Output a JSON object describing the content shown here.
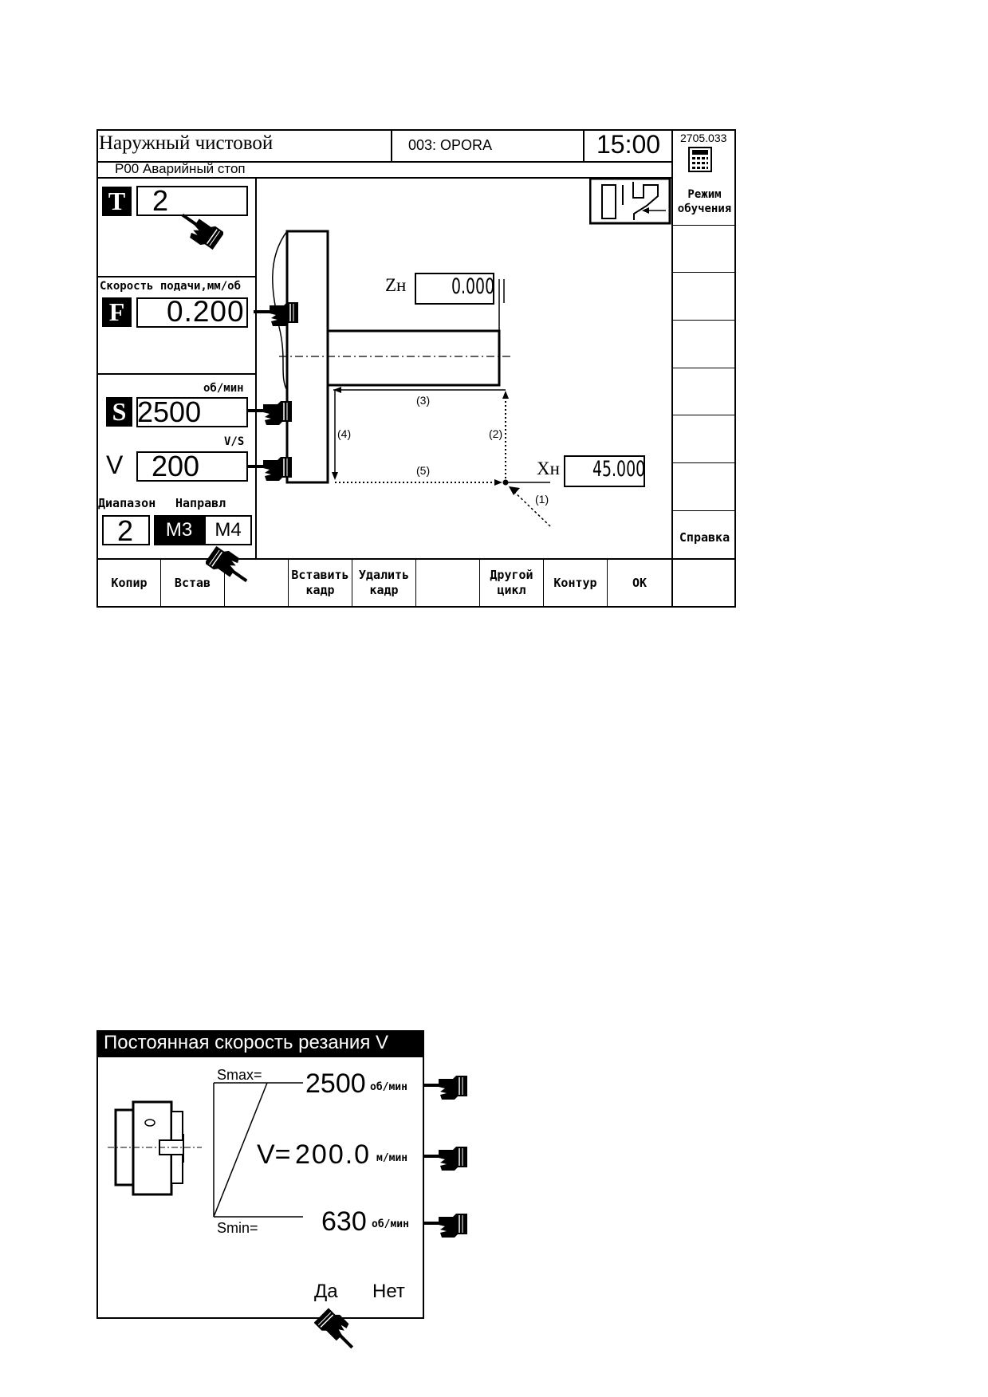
{
  "screen": {
    "cycle_title": "Наружный чистовой",
    "program": "003: OPORA",
    "time": "15:00",
    "version": "2705.033",
    "status_message": "P00 Аварийный стоп",
    "tool": {
      "letter": "T",
      "value": "2"
    },
    "feed": {
      "label": "Скорость подачи,мм/об",
      "letter": "F",
      "value": "0.200"
    },
    "spindle": {
      "unit": "об/мин",
      "letter": "S",
      "value": "2500"
    },
    "cutting_speed": {
      "unit": "V/S",
      "letter": "V",
      "value": "200"
    },
    "range": {
      "label": "Диапазон",
      "value": "2"
    },
    "direction": {
      "label": "Направл",
      "m3": "M3",
      "m4": "M4",
      "selected": "M3"
    },
    "zh": {
      "label": "Zн",
      "value": "0.000"
    },
    "xh": {
      "label": "Xн",
      "value": "45.000"
    },
    "path_labels": [
      "(1)",
      "(2)",
      "(3)",
      "(4)",
      "(5)"
    ],
    "side_menu": {
      "teach_mode": "Режим обучения",
      "help": "Справка"
    },
    "softkeys": {
      "copy": "Копир",
      "paste": "Встав",
      "insert_block": "Вставить кадр",
      "delete_block": "Удалить кадр",
      "other_cycle": "Другой цикл",
      "contour": "Контур",
      "ok": "OK"
    }
  },
  "dialog": {
    "title": "Постоянная скорость резания V",
    "smax_label": "Smax=",
    "smax_value": "2500",
    "smax_unit": "об/мин",
    "v_label": "V=",
    "v_value": "200.0",
    "v_unit": "м/мин",
    "smin_label": "Smin=",
    "smin_value": "630",
    "smin_unit": "об/мин",
    "yes": "Да",
    "no": "Нет"
  },
  "colors": {
    "ink": "#000000",
    "paper": "#ffffff"
  },
  "icons": [
    "pointing-hand-icon",
    "calculator-icon",
    "teach-mode-icon",
    "chuck-icon"
  ]
}
